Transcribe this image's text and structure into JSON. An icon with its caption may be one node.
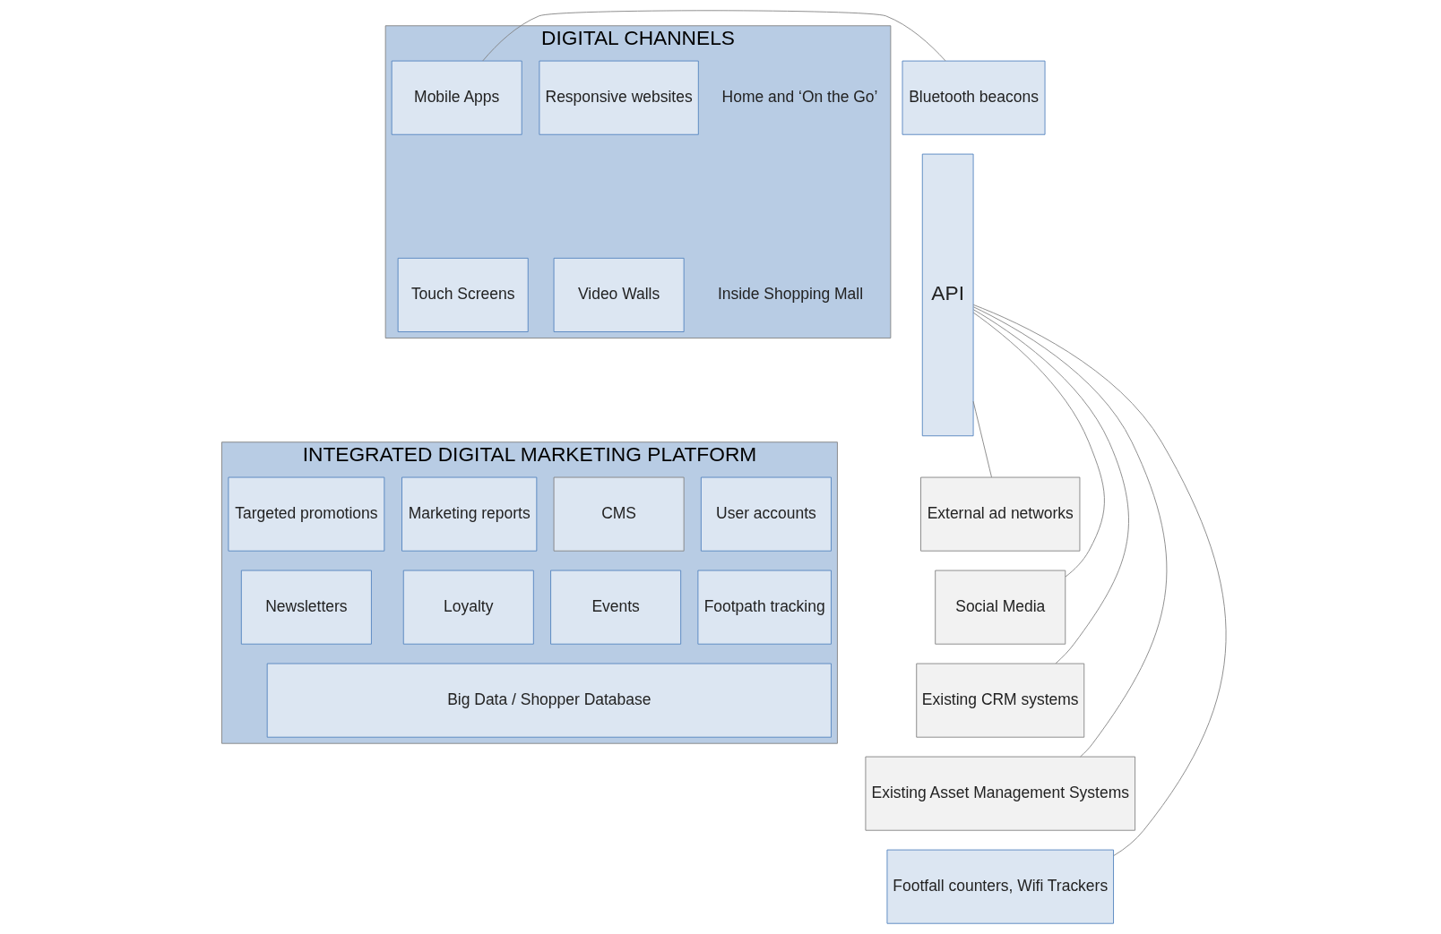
{
  "diagram": {
    "nodes": [
      {
        "text": [
          "DIGITAL CHANNELS"
        ]
      },
      {
        "text": [
          "Home and ‘On the Go’"
        ],
        "in": 0
      },
      {
        "text": [
          "Responsive websites"
        ],
        "in": 0
      },
      {
        "text": [
          "Mobile Apps"
        ],
        "in": 0
      },
      {
        "text": [
          "Inside Shopping Mall"
        ],
        "in": 0
      },
      {
        "text": [
          "Video Walls"
        ],
        "in": 0
      },
      {
        "text": [
          "Touch Screens"
        ],
        "in": 0
      },
      {
        "text": [
          "Bluetooth beacons"
        ]
      },
      {
        "text": [
          "INTEGRATED DIGITAL MARKETING PLATFORM"
        ]
      },
      {
        "text": [
          "User accounts"
        ],
        "in": 8
      },
      {
        "text": [
          "CMS"
        ],
        "in": 8
      },
      {
        "text": [
          "Marketing reports"
        ],
        "in": 8
      },
      {
        "text": [
          "Targeted promotions"
        ],
        "in": 8
      },
      {
        "text": [
          "Footpath tracking"
        ],
        "in": 8
      },
      {
        "text": [
          "Events"
        ],
        "in": 8
      },
      {
        "text": [
          "Loyalty"
        ],
        "in": 8
      },
      {
        "text": [
          "Newsletters"
        ],
        "in": 8
      },
      {
        "text": [
          "Big Data / Shopper Database"
        ],
        "in": 8
      },
      {
        "text": [
          "API"
        ]
      },
      {
        "text": [
          "External ad networks"
        ]
      },
      {
        "text": [
          "Social Media"
        ]
      },
      {
        "text": [
          "Existing CRM systems"
        ]
      },
      {
        "text": [
          "Existing Asset Management Systems"
        ]
      },
      {
        "text": [
          "Footfall counters, Wifi Trackers"
        ]
      }
    ],
    "edges": [
      {
        "from": 3,
        "to": 7,
        "arrow": "none"
      },
      {
        "from": 18,
        "to": 19,
        "arrow": "none"
      },
      {
        "from": 18,
        "to": 20,
        "arrow": "none"
      },
      {
        "from": 18,
        "to": 21,
        "arrow": "none"
      },
      {
        "from": 18,
        "to": 22,
        "arrow": "none"
      },
      {
        "from": 18,
        "to": 23,
        "arrow": "none"
      }
    ]
  }
}
